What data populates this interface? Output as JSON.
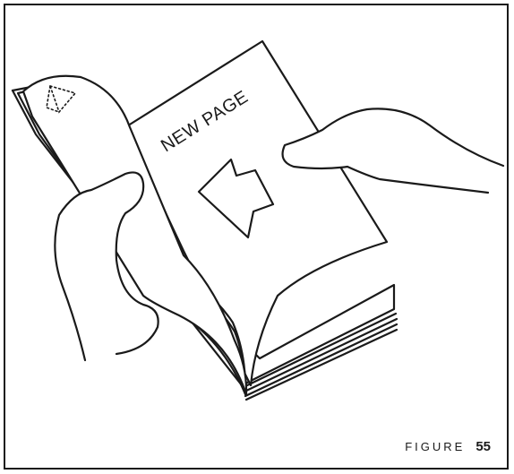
{
  "page_label": "NEW PAGE",
  "caption": {
    "label": "FIGURE",
    "number": "55"
  },
  "icons": [
    "book-icon",
    "left-arrow-icon",
    "hand-icon",
    "folded-corner-icon"
  ]
}
